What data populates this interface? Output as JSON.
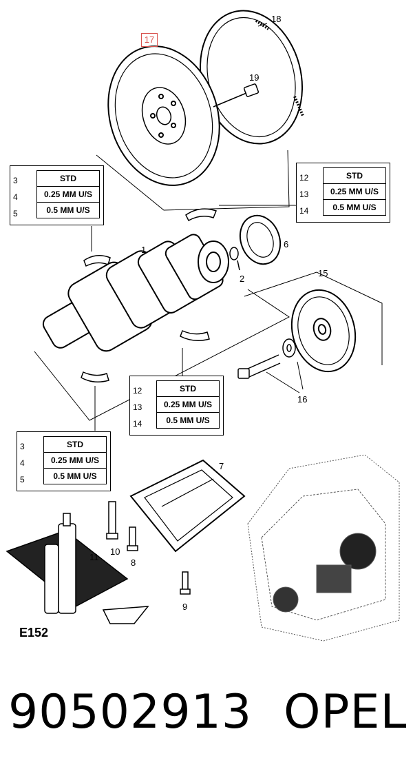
{
  "diagram": {
    "callouts": {
      "flywheel": "17",
      "ring_gear": "18",
      "flywheel_bolt": "19",
      "crankshaft": "1",
      "pilot_bearing": "2",
      "rear_seal": "6",
      "pulley": "15",
      "pulley_bolt_washer": "16",
      "oil_pan_gasket": "7",
      "bolt_10": "10",
      "bolt_8": "8",
      "bolt_9": "9",
      "sealant": "11"
    },
    "tables": {
      "top_left": {
        "rows": [
          {
            "num": "3",
            "label": "STD"
          },
          {
            "num": "4",
            "label": "0.25  MM U/S"
          },
          {
            "num": "5",
            "label": "0.5  MM U/S"
          }
        ]
      },
      "top_right": {
        "rows": [
          {
            "num": "12",
            "label": "STD"
          },
          {
            "num": "13",
            "label": "0.25  MM U/S"
          },
          {
            "num": "14",
            "label": "0.5  MM U/S"
          }
        ]
      },
      "mid_center": {
        "rows": [
          {
            "num": "12",
            "label": "STD"
          },
          {
            "num": "13",
            "label": "0.25  MM U/S"
          },
          {
            "num": "14",
            "label": "0.5  MM U/S"
          }
        ]
      },
      "bottom_left": {
        "rows": [
          {
            "num": "3",
            "label": "STD"
          },
          {
            "num": "4",
            "label": "0.25  MM U/S"
          },
          {
            "num": "5",
            "label": "0.5  MM U/S"
          }
        ]
      }
    },
    "kit_code": "E152"
  },
  "footer": {
    "part_number": "90502913",
    "brand": "OPEL"
  },
  "colors": {
    "highlight": "#d9534f",
    "ink": "#000000"
  }
}
